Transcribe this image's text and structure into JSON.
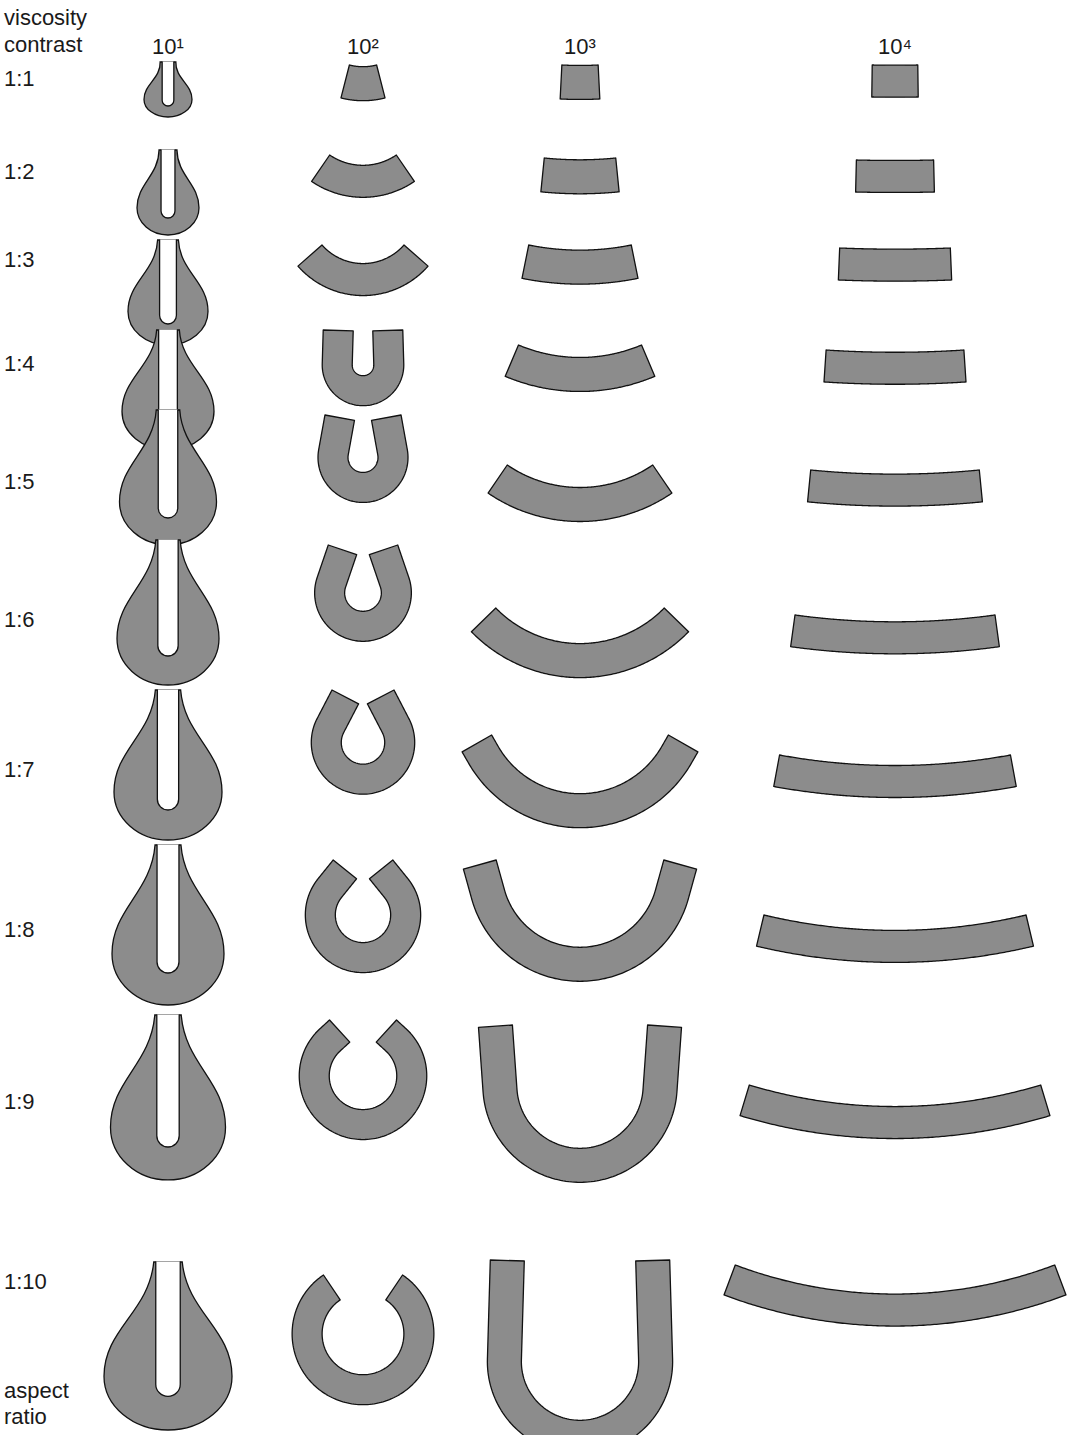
{
  "diagram": {
    "labels": [
      "viscosity contrast",
      "10¹",
      "10²",
      "10³",
      "10⁴",
      "1:1",
      "1:2",
      "1:3",
      "1:4",
      "1:5",
      "1:6",
      "1:7",
      "1:8",
      "1:9",
      "1:10",
      "aspect ratio"
    ]
  }
}
